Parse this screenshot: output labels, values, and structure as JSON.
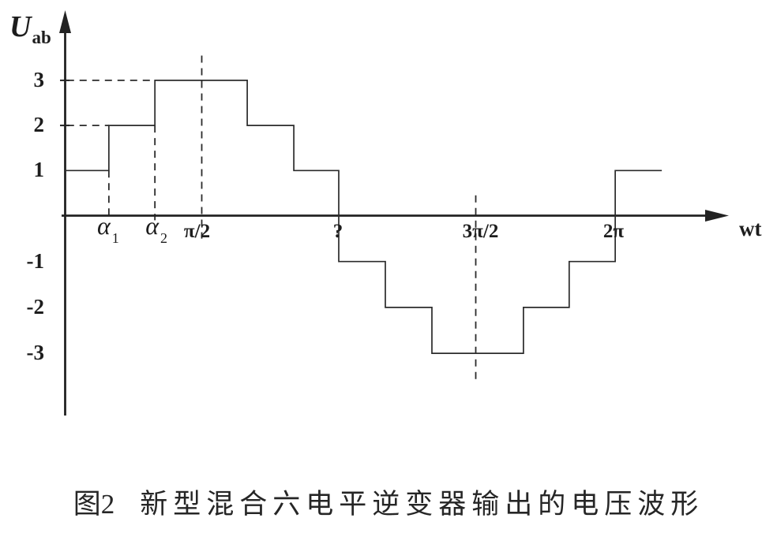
{
  "figure_caption": {
    "prefix": "图2",
    "text": "新型混合六电平逆变器输出的电压波形"
  },
  "axis_labels": {
    "y_main": "U",
    "y_sub": "ab",
    "x": "wt"
  },
  "colors": {
    "line": "#2b2b2b",
    "axis": "#222222",
    "text": "#1d1d1d"
  },
  "chart_data": {
    "type": "line",
    "subtype": "staircase-step-waveform",
    "title": "图2 新型混合六电平逆变器输出的电压波形",
    "xlabel": "wt",
    "ylabel": "Uab",
    "x_unit": "multiples of π (rad)",
    "xlim_pi": [
      0,
      2.42
    ],
    "ylim": [
      -3.6,
      3.6
    ],
    "grid": false,
    "legend": null,
    "y_ticks": [
      {
        "label": "3",
        "level": 3
      },
      {
        "label": "2",
        "level": 2
      },
      {
        "label": "1",
        "level": 1
      },
      {
        "label": "-1",
        "level": -1
      },
      {
        "label": "-2",
        "level": -2
      },
      {
        "label": "-3",
        "level": -3
      }
    ],
    "x_ticks": [
      {
        "id": "alpha1",
        "main": "α",
        "sub": "1",
        "pos_pi": 0.161,
        "italic": true
      },
      {
        "id": "alpha2",
        "main": "α",
        "sub": "2",
        "pos_pi": 0.329,
        "italic": true
      },
      {
        "id": "pi-over-2",
        "main": "π/2",
        "pos_pi": 0.5
      },
      {
        "id": "pi-question",
        "main": "?",
        "pos_pi": 1.0
      },
      {
        "id": "3pi-over-2",
        "main": "3π/2",
        "pos_pi": 1.5
      },
      {
        "id": "2pi",
        "main": "2π",
        "pos_pi": 2.0
      }
    ],
    "waveform_steps_pi": [
      {
        "from": 0.0,
        "to": 0.161,
        "level": 1
      },
      {
        "from": 0.161,
        "to": 0.329,
        "level": 2
      },
      {
        "from": 0.329,
        "to": 0.666,
        "level": 3
      },
      {
        "from": 0.666,
        "to": 0.836,
        "level": 2
      },
      {
        "from": 0.836,
        "to": 1.0,
        "level": 1
      },
      {
        "from": 1.0,
        "to": 1.17,
        "level": -1
      },
      {
        "from": 1.17,
        "to": 1.34,
        "level": -2
      },
      {
        "from": 1.34,
        "to": 1.674,
        "level": -3
      },
      {
        "from": 1.674,
        "to": 1.841,
        "level": -2
      },
      {
        "from": 1.841,
        "to": 2.009,
        "level": -1
      },
      {
        "from": 2.009,
        "to": 2.179,
        "level": 1
      }
    ],
    "dashed_guides": {
      "horizontal": [
        {
          "level": 3,
          "from_pi": 0.008,
          "to_pi": 0.329
        },
        {
          "level": 2,
          "from_pi": 0.008,
          "to_pi": 0.161
        }
      ],
      "vertical": [
        {
          "id": "alpha1",
          "at_pi": 0.161,
          "from_level": 1,
          "to_level": -0.1
        },
        {
          "id": "alpha2",
          "at_pi": 0.329,
          "from_level": 2,
          "to_level": -0.1
        },
        {
          "id": "pi-over-2",
          "at_pi": 0.5,
          "from_level": 3.55,
          "to_level": -0.5
        },
        {
          "id": "3pi-over-2",
          "at_pi": 1.5,
          "from_level": 0.45,
          "to_level": -3.57
        }
      ]
    }
  }
}
